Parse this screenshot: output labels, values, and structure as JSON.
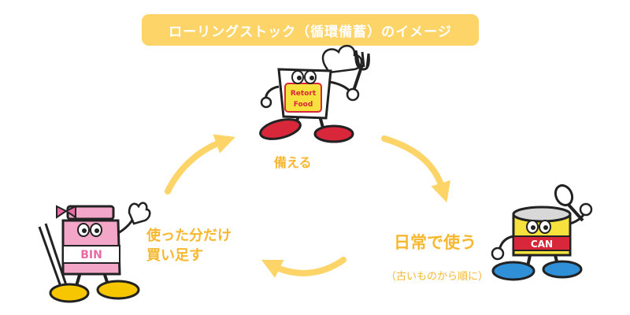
{
  "title": "ローリングストック（循環備蓄）のイメージ",
  "steps": {
    "prepare": "備える",
    "use": "日常で使う",
    "use_note": "（古いものから順に）",
    "rebuy_line1": "使った分だけ",
    "rebuy_line2": "買い足す"
  },
  "characters": {
    "retort": {
      "label_line1": "Retort",
      "label_line2": "Food"
    },
    "can": {
      "label": "CAN"
    },
    "bin": {
      "label": "BIN"
    }
  },
  "colors": {
    "title_bg": "#fcd468",
    "arrow": "#fcd468",
    "label": "#f7b72e",
    "shoe_red": "#d8263a",
    "shoe_blue": "#2f90d8",
    "shoe_yellow": "#f6c700",
    "bin_pink": "#f4a6c8",
    "can_yellow": "#f7e13c",
    "can_red": "#d8263a"
  }
}
